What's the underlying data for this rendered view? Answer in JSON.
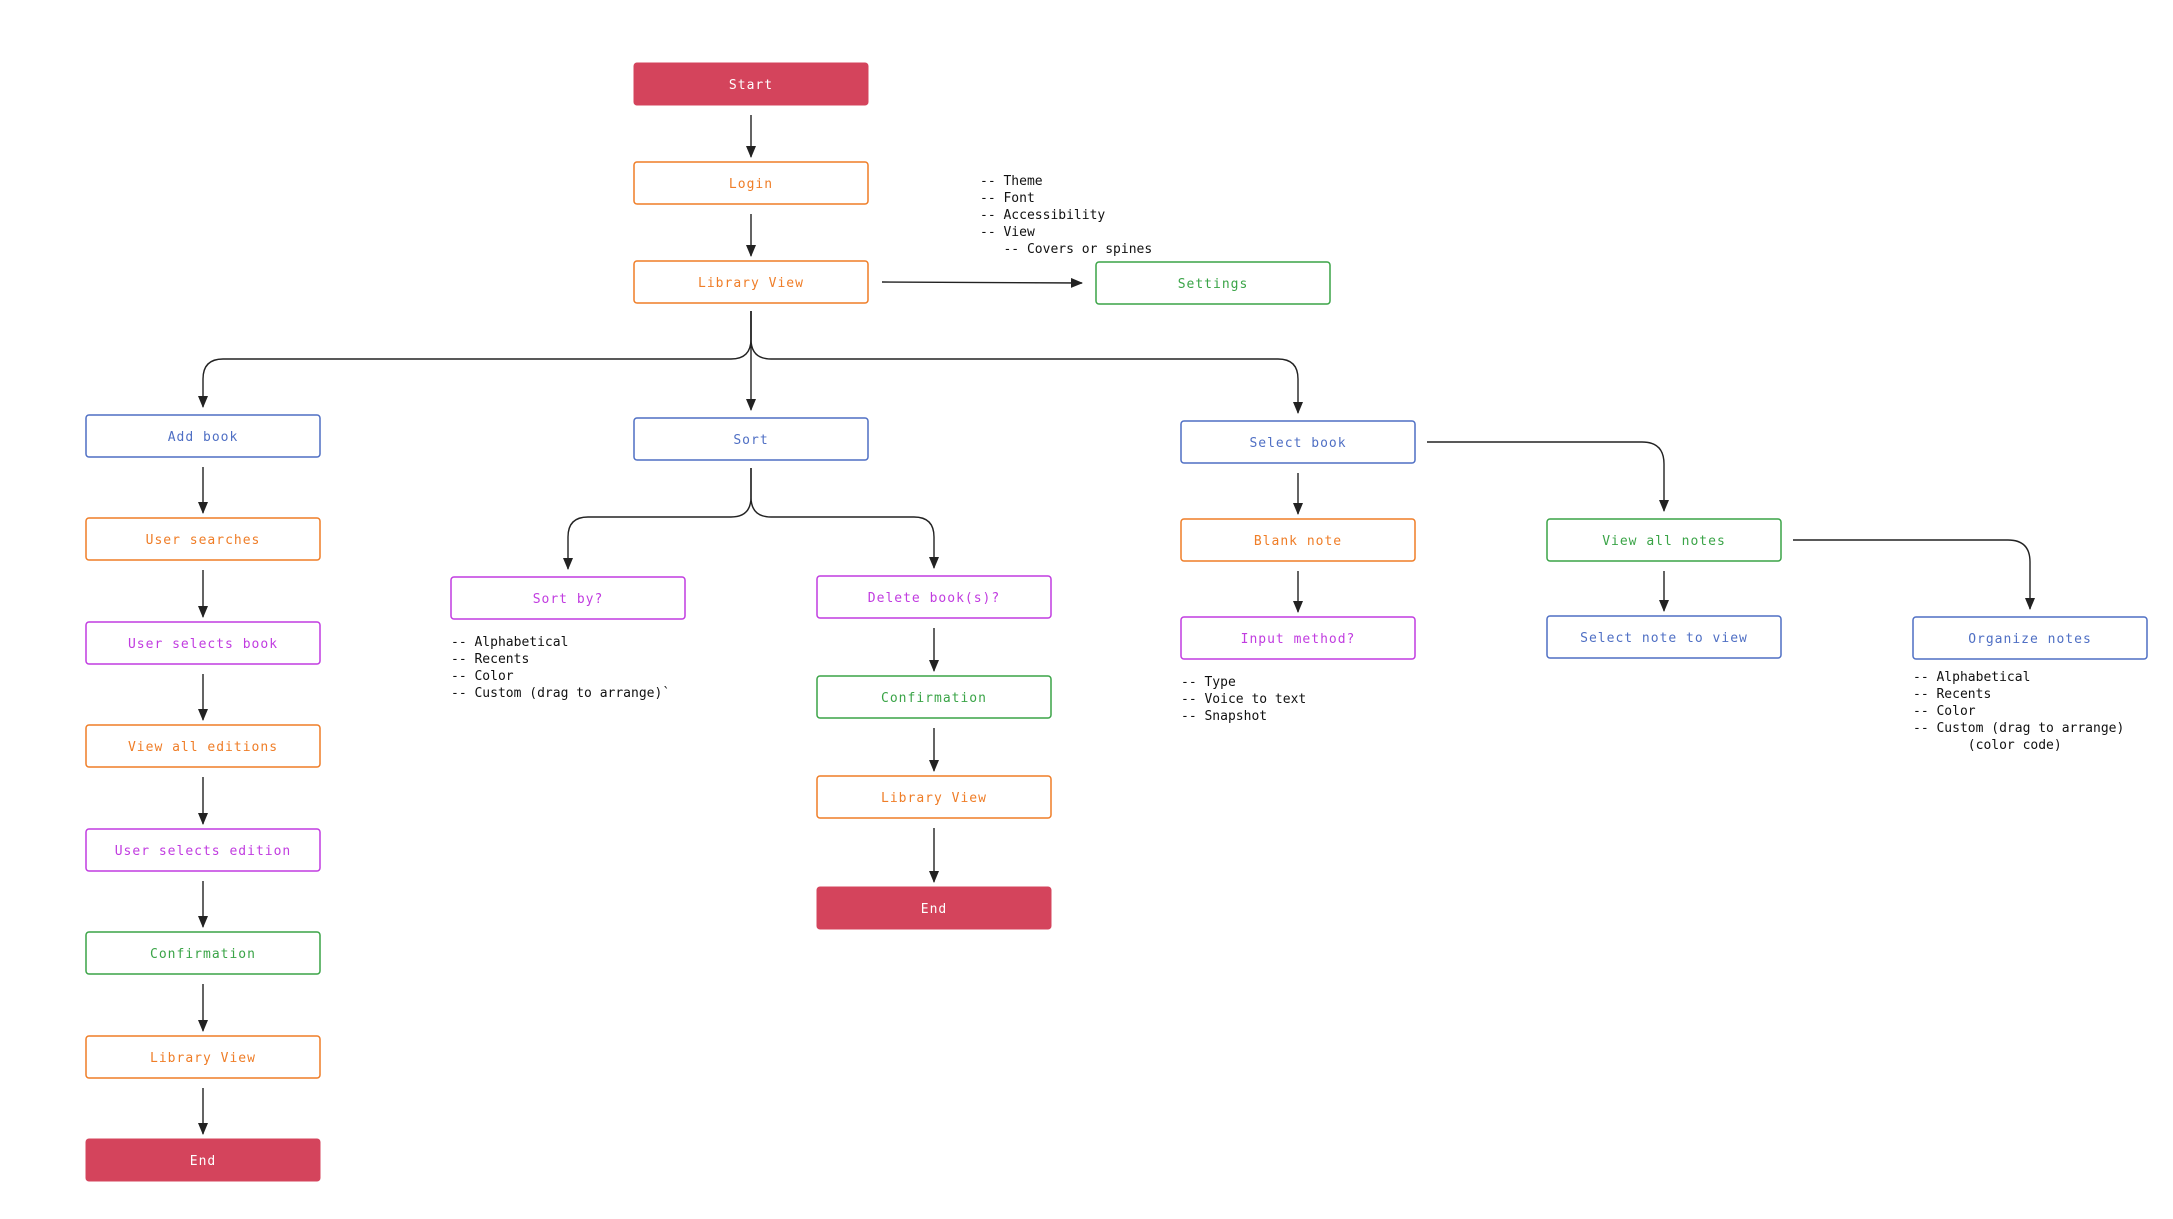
{
  "colors": {
    "terminal_fill": "#d4445c",
    "orange": "#ef7d27",
    "green": "#3aa447",
    "blue": "#4f6fc4",
    "purple": "#c13ce0",
    "terminal_text": "#ffffff",
    "edge": "#222222"
  },
  "nodes": {
    "start": {
      "label": "Start",
      "kind": "terminal"
    },
    "login": {
      "label": "Login",
      "color": "orange"
    },
    "library_view": {
      "label": "Library View",
      "color": "orange"
    },
    "settings": {
      "label": "Settings",
      "color": "green"
    },
    "add_book": {
      "label": "Add book",
      "color": "blue"
    },
    "user_searches": {
      "label": "User searches",
      "color": "orange"
    },
    "user_selects_book": {
      "label": "User selects book",
      "color": "purple"
    },
    "view_all_editions": {
      "label": "View all editions",
      "color": "orange"
    },
    "user_selects_edition": {
      "label": "User selects edition",
      "color": "purple"
    },
    "confirmation_add": {
      "label": "Confirmation",
      "color": "green"
    },
    "library_view_add": {
      "label": "Library View",
      "color": "orange"
    },
    "end_add": {
      "label": "End",
      "kind": "terminal"
    },
    "sort": {
      "label": "Sort",
      "color": "blue"
    },
    "sort_by": {
      "label": "Sort by?",
      "color": "purple"
    },
    "delete_books": {
      "label": "Delete book(s)?",
      "color": "purple"
    },
    "confirmation_delete": {
      "label": "Confirmation",
      "color": "green"
    },
    "library_view_delete": {
      "label": "Library View",
      "color": "orange"
    },
    "end_delete": {
      "label": "End",
      "kind": "terminal"
    },
    "select_book": {
      "label": "Select book",
      "color": "blue"
    },
    "blank_note": {
      "label": "Blank note",
      "color": "orange"
    },
    "input_method": {
      "label": "Input method?",
      "color": "purple"
    },
    "view_all_notes": {
      "label": "View all notes",
      "color": "green"
    },
    "select_note_to_view": {
      "label": "Select note to view",
      "color": "blue"
    },
    "organize_notes": {
      "label": "Organize notes",
      "color": "blue"
    }
  },
  "notes": {
    "settings_options": [
      "-- Theme",
      "-- Font",
      "-- Accessibility",
      "-- View",
      "   -- Covers or spines"
    ],
    "sort_options": [
      "-- Alphabetical",
      "-- Recents",
      "-- Color",
      "-- Custom (drag to arrange)`"
    ],
    "input_options": [
      "-- Type",
      "-- Voice to text",
      "-- Snapshot"
    ],
    "organize_options": [
      "-- Alphabetical",
      "-- Recents",
      "-- Color",
      "-- Custom (drag to arrange)",
      "       (color code)"
    ]
  }
}
